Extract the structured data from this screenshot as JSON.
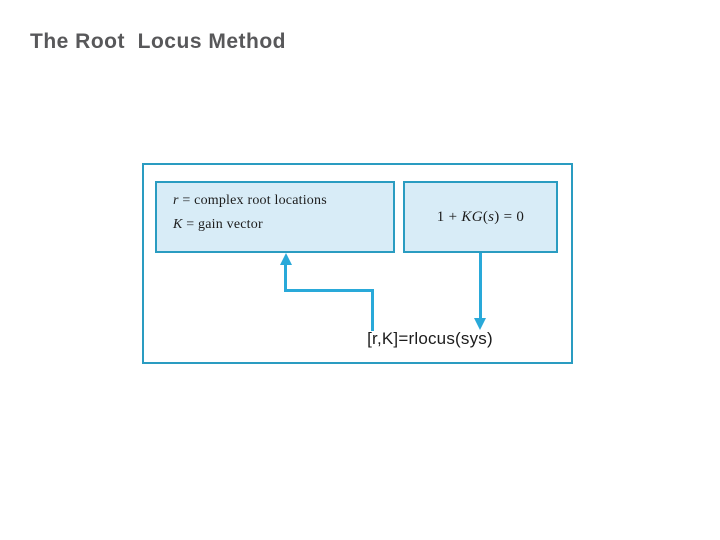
{
  "slide": {
    "title": "The Root  Locus Method",
    "colors": {
      "title_text": "#58585a",
      "frame_border": "#2a9cc1",
      "box_border": "#2a9cc1",
      "box_fill": "#d8ecf7",
      "arrow": "#29a9d9",
      "body_text": "#1c1c1c"
    },
    "diagram": {
      "outputs_box": {
        "line1": {
          "var": "r",
          "rest": " = complex root locations"
        },
        "line2": {
          "var": "K",
          "rest": " = gain vector"
        }
      },
      "equation_box": {
        "pre": "1 + ",
        "kg": "KG",
        "open_paren": "(",
        "s": "s",
        "post": ") = 0"
      },
      "command_label": "[r,K]=rlocus(sys)"
    }
  }
}
